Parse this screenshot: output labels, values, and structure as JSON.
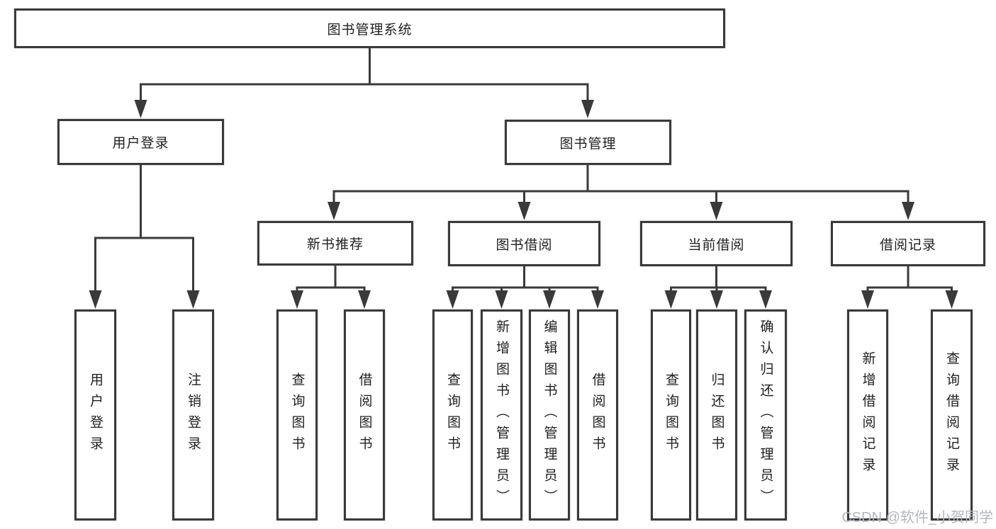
{
  "nodes": {
    "root": "图书管理系统",
    "level2": [
      "用户登录",
      "图书管理"
    ],
    "level3": [
      "新书推荐",
      "图书借阅",
      "当前借阅",
      "借阅记录"
    ],
    "leaves": {
      "user_login": [
        "用户登录",
        "注销登录"
      ],
      "new_book": [
        "查询图书",
        "借阅图书"
      ],
      "book_borrow": [
        "查询图书",
        "新增图书（管理员）",
        "编辑图书（管理员）",
        "借阅图书"
      ],
      "current_borrow": [
        "查询图书",
        "归还图书",
        "确认归还（管理员）"
      ],
      "records": [
        "新增借阅记录",
        "查询借阅记录"
      ]
    }
  },
  "watermark": "CSDN @软件_小贺同学",
  "colors": {
    "line": "#3a3a3a",
    "box_border": "#3a3a3a",
    "text": "#1f1f1f",
    "watermark": "#b3b7bd",
    "background": "#ffffff"
  }
}
